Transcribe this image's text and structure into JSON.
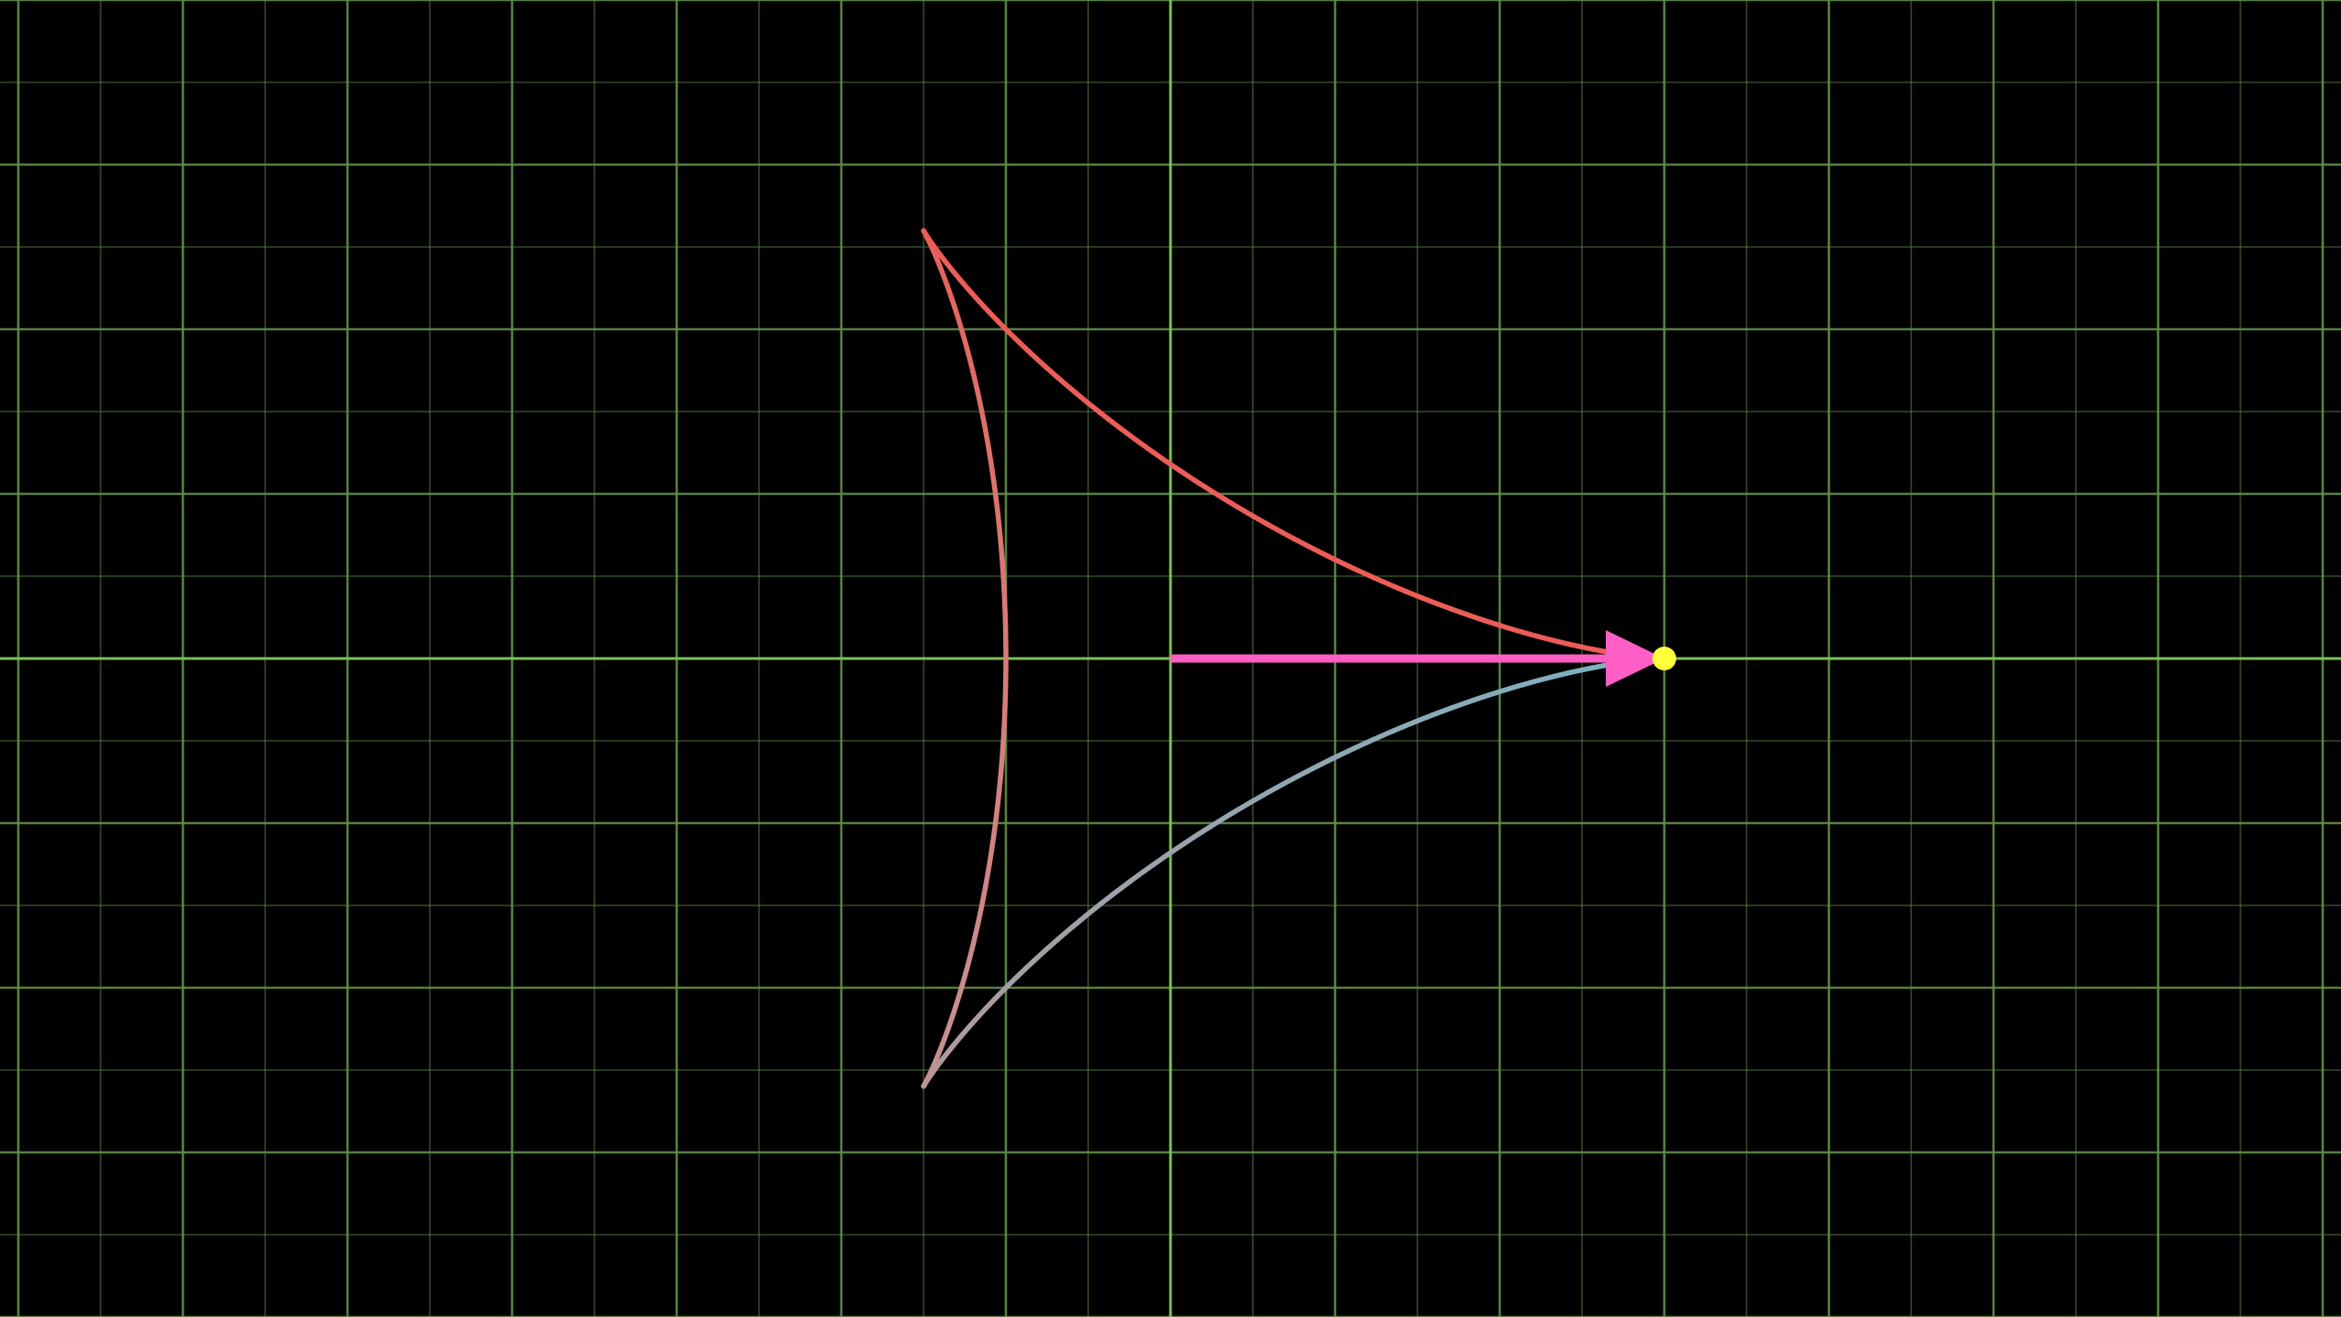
{
  "scene": {
    "background_color": "#000000",
    "grid_color": "#5f8f49",
    "axis_color": "#7fbf55",
    "arrow_color": "#ff5ec4",
    "dot_color": "#ffff3a",
    "curve_start_color": "#6fb6c8",
    "curve_end_color": "#ec5d57",
    "curve_mid_color": "#c98e8e"
  },
  "plane": {
    "x_range": [
      -7.1,
      7.1
    ],
    "y_range": [
      -4,
      4
    ],
    "grid_step": 0.5,
    "major_step": 1
  },
  "curve": {
    "type": "rose-like closed curve",
    "shape": "three-lobed loop",
    "start_point": [
      3,
      0
    ],
    "traced": "full"
  },
  "vector": {
    "tail": [
      0,
      0
    ],
    "head": [
      3,
      0
    ]
  },
  "moving_dot": {
    "position": [
      3,
      0
    ]
  }
}
